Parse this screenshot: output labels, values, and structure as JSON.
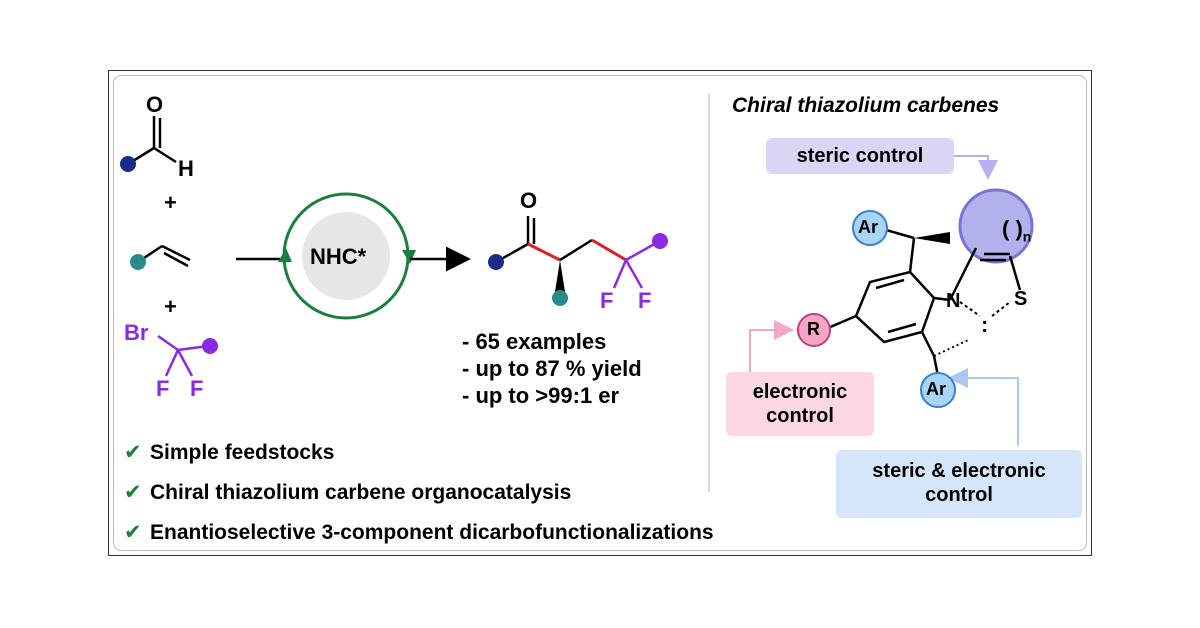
{
  "reactants": {
    "aldehyde_O": "O",
    "aldehyde_H": "H",
    "plus1": "+",
    "plus2": "+",
    "bromide_Br": "Br",
    "bromide_F1": "F",
    "bromide_F2": "F"
  },
  "catalyst": {
    "label": "NHC*"
  },
  "product": {
    "O": "O",
    "F1": "F",
    "F2": "F"
  },
  "results": [
    "- 65 examples",
    "- up to 87 % yield",
    "- up to >99:1 er"
  ],
  "features": [
    "Simple feedstocks",
    "Chiral thiazolium carbene organocatalysis",
    "Enantioselective 3-component dicarbofunctionalizations"
  ],
  "check_symbol": "✔",
  "panel": {
    "title": "Chiral thiazolium carbenes",
    "steric_control": "steric control",
    "electronic_control_1": "electronic",
    "electronic_control_2": "control",
    "steric_electronic_1": "steric & electronic",
    "steric_electronic_2": "control",
    "ar_top": "Ar",
    "ar_bottom": "Ar",
    "r_group": "R",
    "N": "N",
    "S": "S",
    "ring_n": "( )",
    "ring_sub": "n",
    "lone_pair": ":"
  },
  "colors": {
    "navy": "#1c2a8a",
    "teal": "#2a8a88",
    "purple": "#8a2be2",
    "red": "#e02020",
    "green": "#1a7f3c",
    "steric_box": "#d9d6f5",
    "electronic_box": "#fbd7e6",
    "steric_elec_box": "#d6e6fa"
  }
}
